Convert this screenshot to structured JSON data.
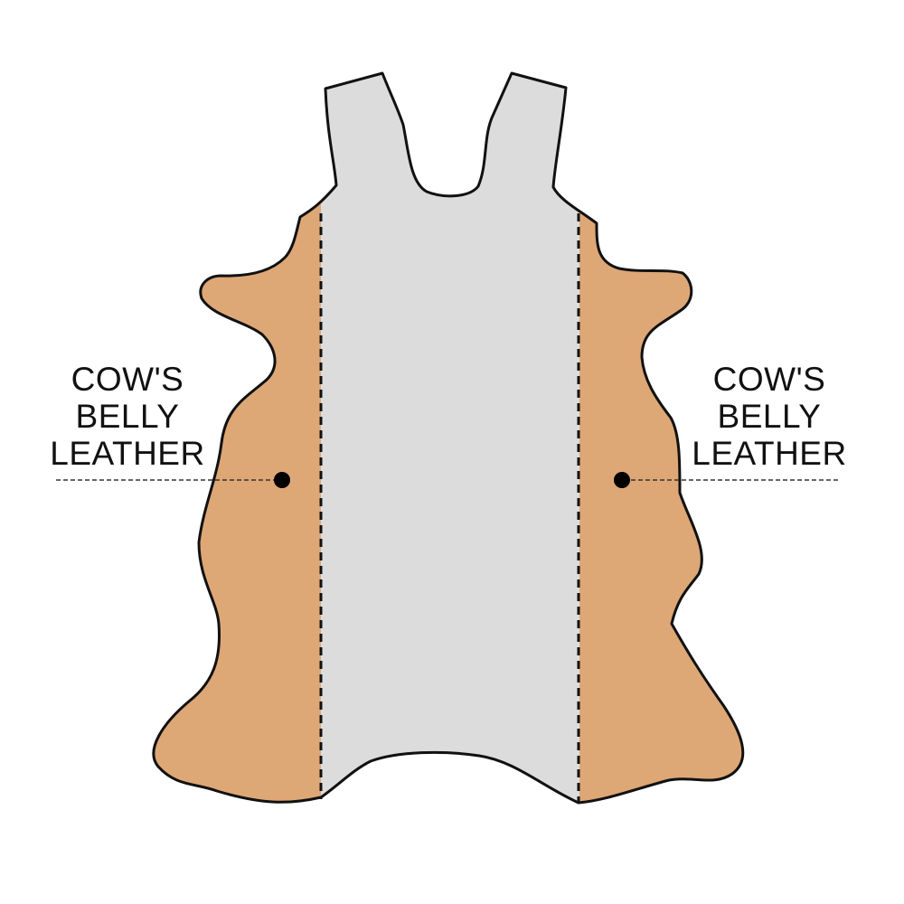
{
  "colors": {
    "background": "#ffffff",
    "belly_region": "#dea776",
    "center_region": "#dcdcdc",
    "outline": "#111111",
    "leader_line": "#333333"
  },
  "labels": {
    "left": {
      "line1": "COW'S",
      "line2": "BELLY",
      "line3": "LEATHER"
    },
    "right": {
      "line1": "COW'S",
      "line2": "BELLY",
      "line3": "LEATHER"
    }
  }
}
